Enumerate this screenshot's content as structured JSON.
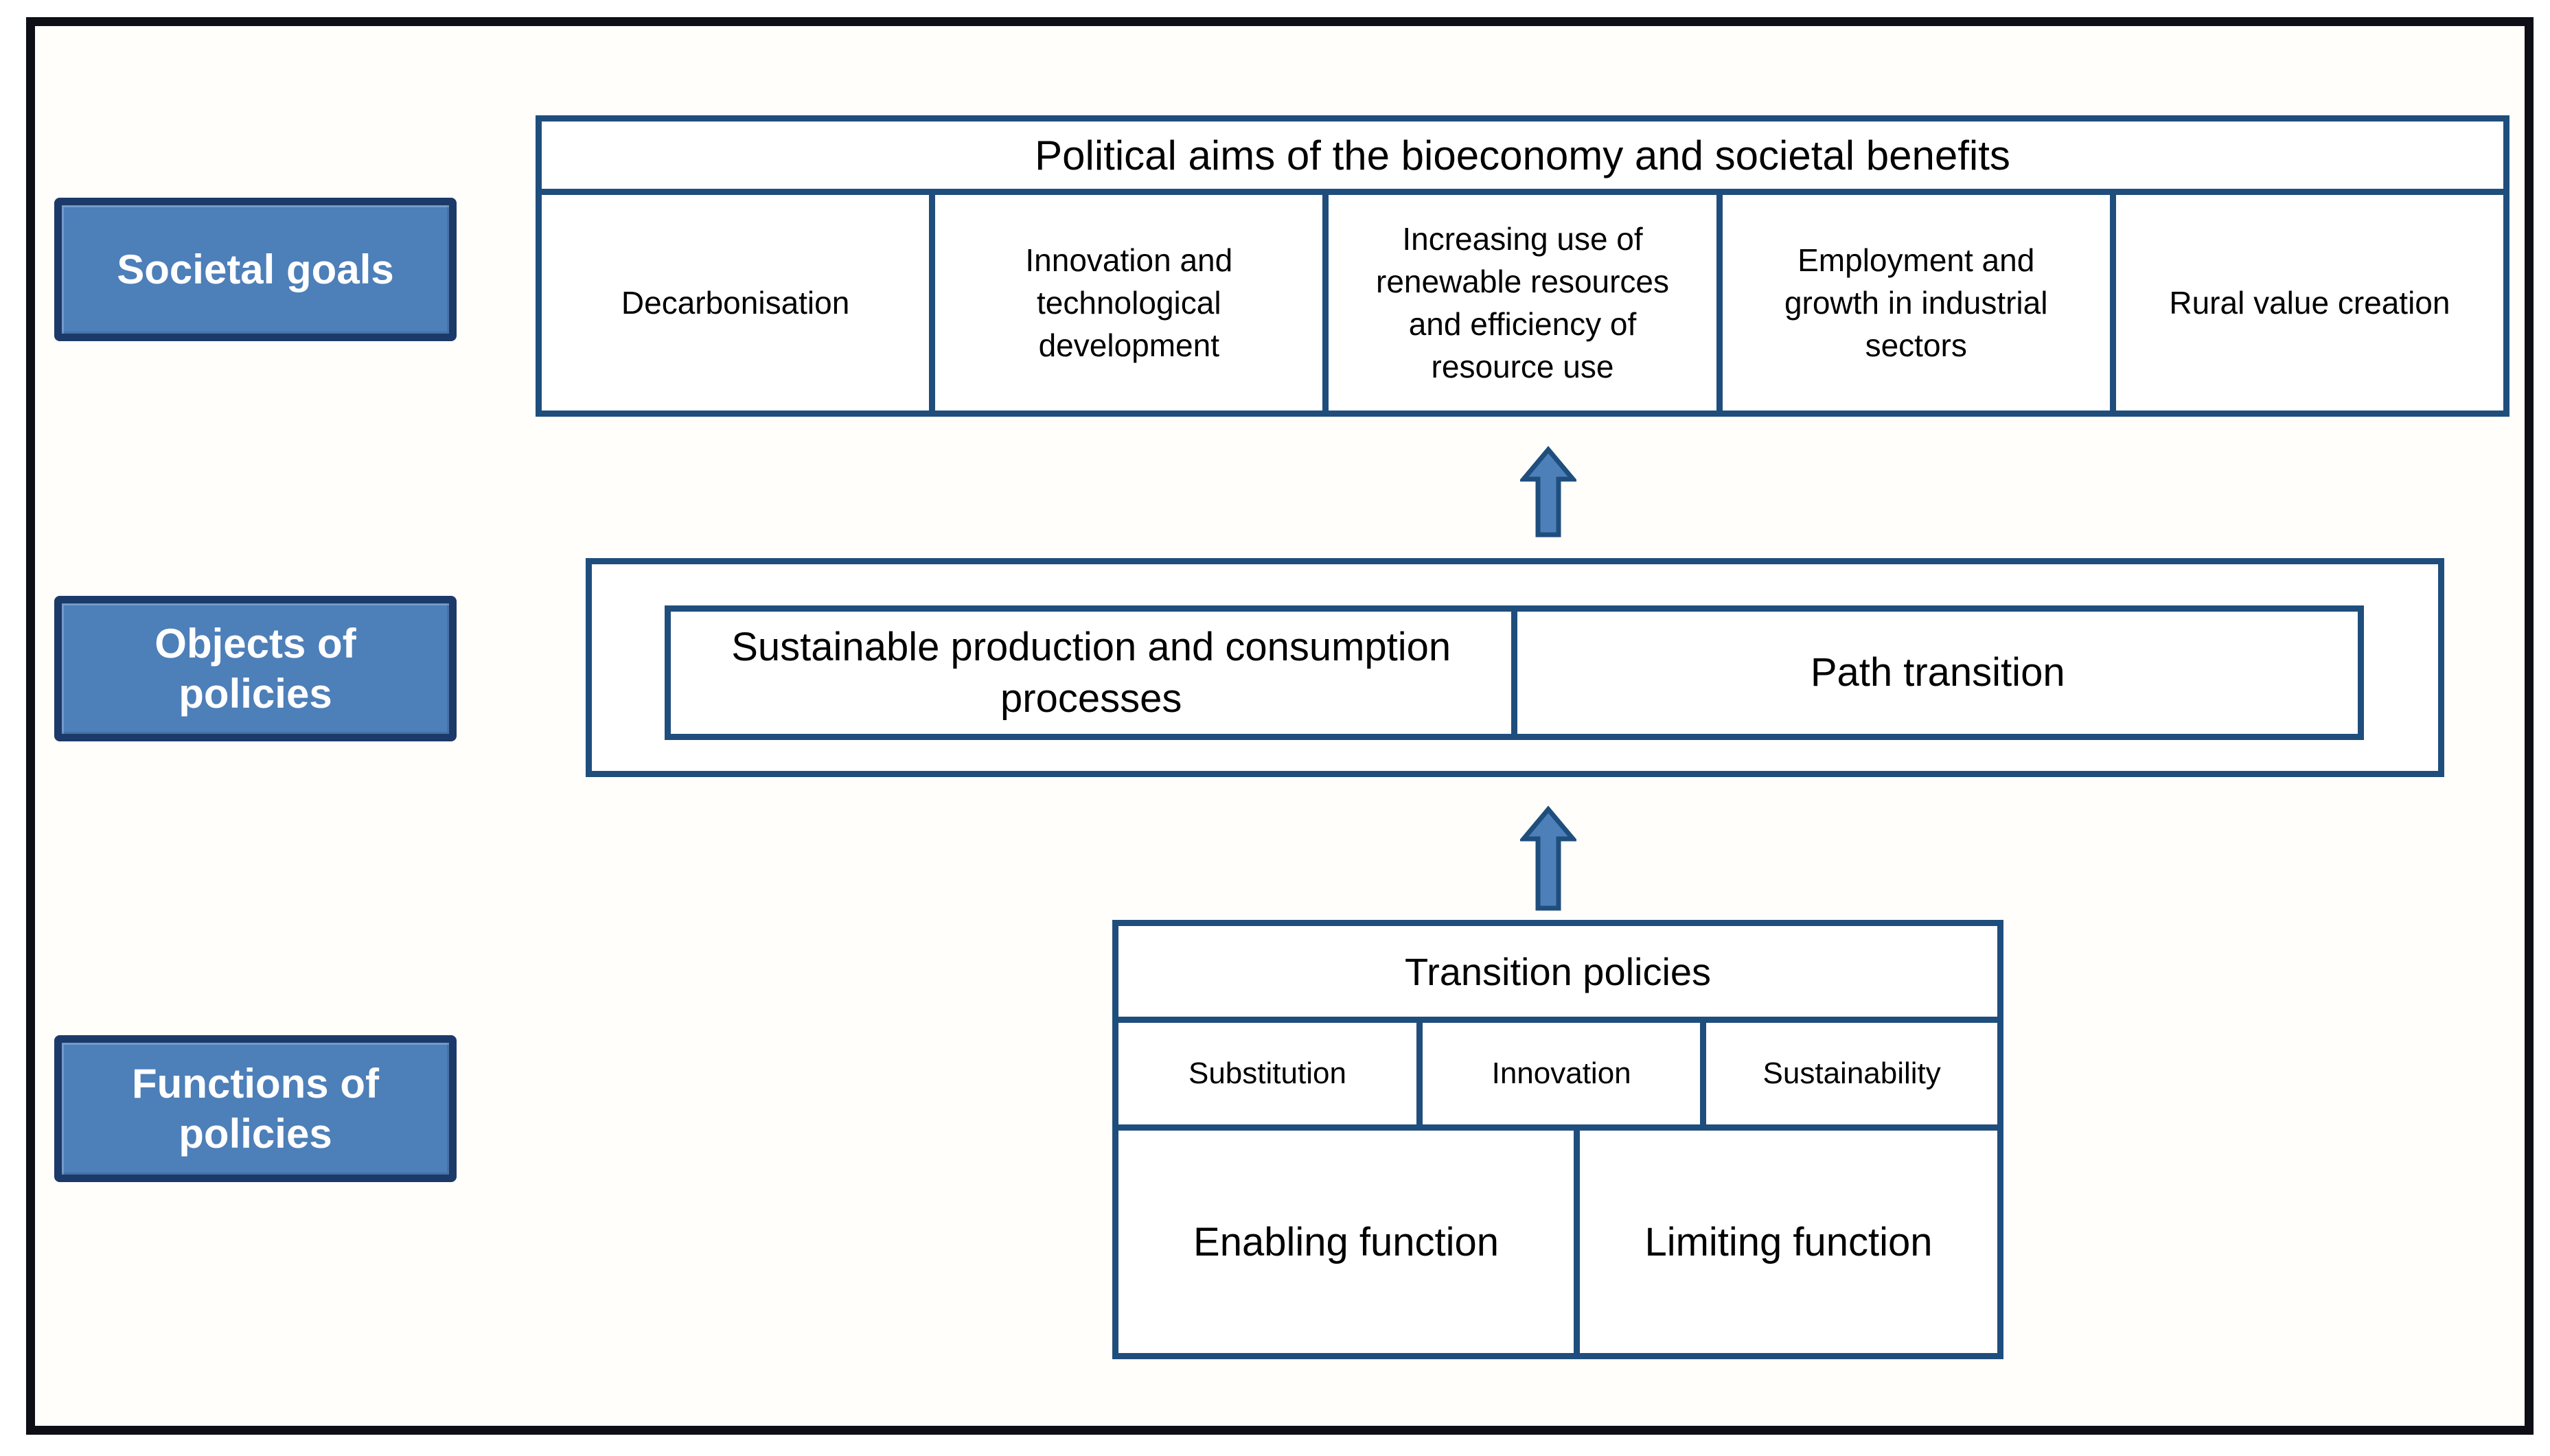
{
  "colors": {
    "line": "#1f4e7d",
    "box_fill": "#4d7fb9",
    "box_border": "#1b3a69",
    "frame": "#0e0e16",
    "paper": "#fffefb"
  },
  "row_labels": {
    "societal": "Societal goals",
    "objects": "Objects of policies",
    "functions": "Functions of policies"
  },
  "societal_goals": {
    "header": "Political aims of the bioeconomy and societal benefits",
    "cells": [
      "Decarbonisation",
      "Innovation and technological development",
      "Increasing use of renewable resources and efficiency of resource use",
      "Employment and growth in industrial sectors",
      "Rural value creation"
    ]
  },
  "objects_of_policies": {
    "cells": [
      "Sustainable production and consumption processes",
      "Path transition"
    ]
  },
  "functions_of_policies": {
    "header": "Transition policies",
    "policy_types": [
      "Substitution",
      "Innovation",
      "Sustainability"
    ],
    "functions": [
      "Enabling function",
      "Limiting function"
    ]
  },
  "icons": {
    "arrow_up": "up-arrow"
  }
}
